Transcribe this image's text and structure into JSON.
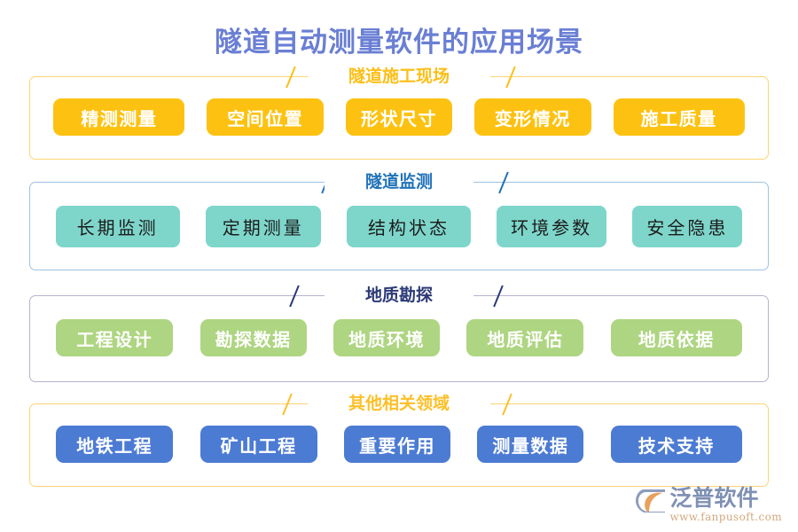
{
  "page": {
    "title": "隧道自动测量软件的应用场景",
    "title_color": "#6a7fd4",
    "background": "#ffffff"
  },
  "sections": [
    {
      "header": "隧道施工现场",
      "header_color": "#fcbf18",
      "frame_color": "#fbd572",
      "chip_color": "#fdc211",
      "chip_text_color": "#ffffff",
      "chips": [
        {
          "label": "精测测量"
        },
        {
          "label": "空间位置"
        },
        {
          "label": "形状尺寸"
        },
        {
          "label": "变形情况"
        },
        {
          "label": "施工质量"
        }
      ]
    },
    {
      "header": "隧道监测",
      "header_color": "#2072b8",
      "frame_color": "#9cc3e5",
      "chip_color": "#7ed6cb",
      "chip_text_color": "#1c1c1c",
      "chips": [
        {
          "label": "长期监测"
        },
        {
          "label": "定期测量"
        },
        {
          "label": "结构状态"
        },
        {
          "label": "环境参数"
        },
        {
          "label": "安全隐患"
        }
      ]
    },
    {
      "header": "地质勘探",
      "header_color": "#2c3a76",
      "frame_color": "#b4b4cd",
      "chip_color": "#aed581",
      "chip_text_color": "#ffffff",
      "chips": [
        {
          "label": "工程设计"
        },
        {
          "label": "勘探数据"
        },
        {
          "label": "地质环境"
        },
        {
          "label": "地质评估"
        },
        {
          "label": "地质依据"
        }
      ]
    },
    {
      "header": "其他相关领域",
      "header_color": "#fcc029",
      "frame_color": "#fbd572",
      "chip_color": "#4c7bd3",
      "chip_text_color": "#ffffff",
      "chips": [
        {
          "label": "地铁工程"
        },
        {
          "label": "矿山工程"
        },
        {
          "label": "重要作用"
        },
        {
          "label": "测量数据"
        },
        {
          "label": "技术支持"
        }
      ]
    }
  ],
  "logo": {
    "name": "泛普软件",
    "url": "www.fanpusoft.com",
    "name_color": "#7f90b5",
    "url_color": "#d4a97e",
    "mark_colors": {
      "body": "#8e9cbb",
      "swoosh": "#e8a15c"
    }
  }
}
